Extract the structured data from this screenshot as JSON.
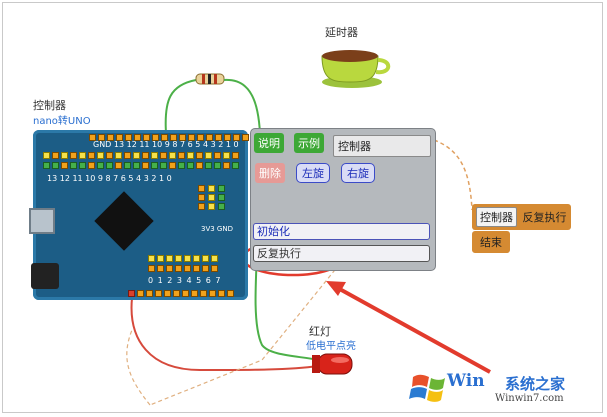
{
  "labels": {
    "delay": "延时器",
    "controller": "控制器",
    "controller_sub": "nano转UNO",
    "redlight": "红灯",
    "redlight_sub": "低电平点亮"
  },
  "board": {
    "pin_row_top": "GND 13 12 11 10 9 8 7 6 5 4 3 2 1 0",
    "digital_label": "13 12 11 10 9 8 7 6 5 4 3 2 1 0",
    "analog_label": "0 1 2 3 4 5 6 7",
    "power_label": "3V3 GND"
  },
  "panel": {
    "tab_description": "说明",
    "tab_example": "示例",
    "title": "控制器",
    "btn_delete": "删除",
    "btn_left": "左旋",
    "btn_right": "右旋",
    "slot_init": "初始化",
    "slot_loop": "反复执行"
  },
  "code_blocks": {
    "controller_ref": "控制器",
    "loop": "反复执行",
    "end": "结束"
  },
  "watermark": {
    "brand": "系统之家",
    "site": "Winwin7.com",
    "win_text": "Win"
  },
  "colors": {
    "board": "#1c5d86",
    "pin_orange": "#f1a21c",
    "wire_green": "#4cb048",
    "wire_red": "#d64a3c",
    "panel": "#b5b9bd",
    "highlight_red": "#e23b2d"
  }
}
